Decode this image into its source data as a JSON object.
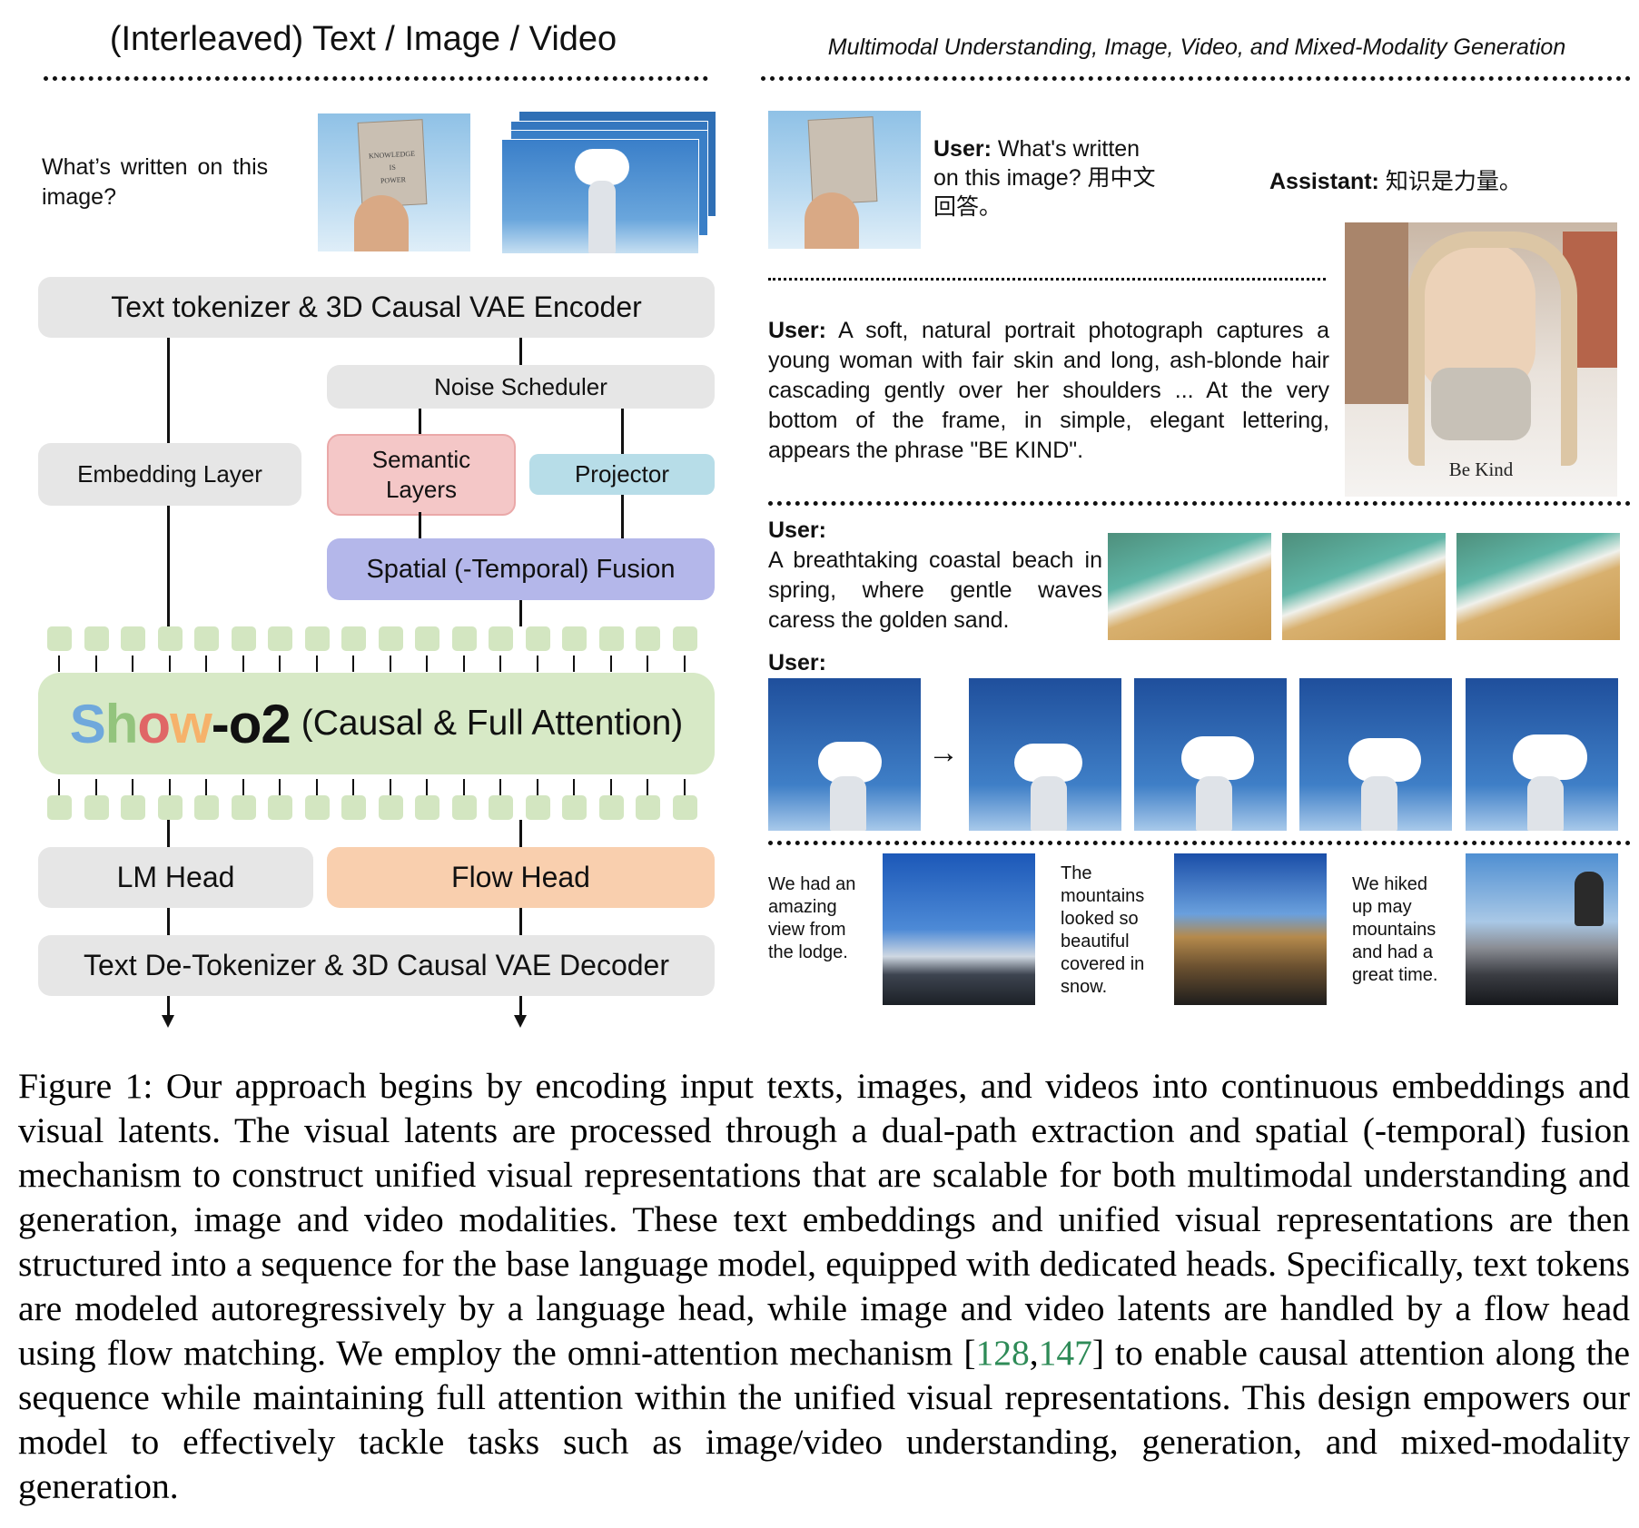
{
  "left": {
    "title": "(Interleaved) Text / Image / Video",
    "input_question": "What’s written on this image?",
    "encoder": "Text tokenizer & 3D Causal VAE Encoder",
    "noise_scheduler": "Noise Scheduler",
    "embedding_layer": "Embedding Layer",
    "semantic_layers": "Semantic Layers",
    "projector": "Projector",
    "fusion": "Spatial (-Temporal) Fusion",
    "model_name_letters": [
      "S",
      "h",
      "o",
      "w"
    ],
    "model_name_suffix": "-o2",
    "model_attention": "(Causal & Full Attention)",
    "lm_head": "LM Head",
    "flow_head": "Flow Head",
    "decoder": "Text De-Tokenizer & 3D Causal VAE Decoder",
    "book_text": [
      "KNOWLEDGE",
      "IS",
      "POWER"
    ],
    "colors": {
      "show_letters": [
        "#6fa8dc",
        "#93c47d",
        "#e06666",
        "#f6b26b"
      ],
      "semantic": "#f4c7c7",
      "projector": "#b7dde8",
      "fusion": "#b4b7ea",
      "flow_head": "#f9cfae",
      "model_bg": "#d7e9c6",
      "token": "#d3e6c1",
      "citation": "#2e8b57"
    }
  },
  "right": {
    "title": "Multimodal Understanding, Image, Video, and Mixed-Modality Generation",
    "vqa_user_label": "User:",
    "vqa_user_text": "What's written on this image? 用中文回答。",
    "vqa_assistant_label": "Assistant:",
    "vqa_assistant_text": "知识是力量。",
    "t2i_user_label": "User:",
    "t2i_prompt": "A soft, natural portrait photograph captures a young woman with fair skin and long, ash-blonde hair cascading gently over her shoulders ... At the very bottom of the frame, in simple, elegant lettering, appears the phrase \"BE KIND\".",
    "portrait_caption": "Be Kind",
    "t2v_user_label": "User:",
    "t2v_prompt": "A breathtaking coastal beach in spring, where gentle waves caress the golden sand.",
    "i2v_user_label": "User:",
    "i2v_arrow": "→",
    "story": [
      "We had an amazing view from the lodge.",
      "The mountains looked so beautiful covered in snow.",
      "We hiked up may mountains and had a great time."
    ]
  },
  "caption": {
    "before_cite": "Figure 1: Our approach begins by encoding input texts, images, and videos into continuous embeddings and visual latents. The visual latents are processed through a dual-path extraction and spatial (-temporal) fusion mechanism to construct unified visual representations that are scalable for both multimodal understanding and generation, image and video modalities. These text embeddings and unified visual representations are then structured into a sequence for the base language model, equipped with dedicated heads. Specifically, text tokens are modeled autoregressively by a language head, while image and video latents are handled by a flow head using flow matching. We employ the omni-attention mechanism [",
    "cite1": "128",
    "cite_sep": ",",
    "cite2": "147",
    "after_cite": "] to enable causal attention along the sequence while maintaining full attention within the unified visual representations. This design empowers our model to effectively tackle tasks such as image/video understanding, generation, and mixed-modality generation."
  }
}
